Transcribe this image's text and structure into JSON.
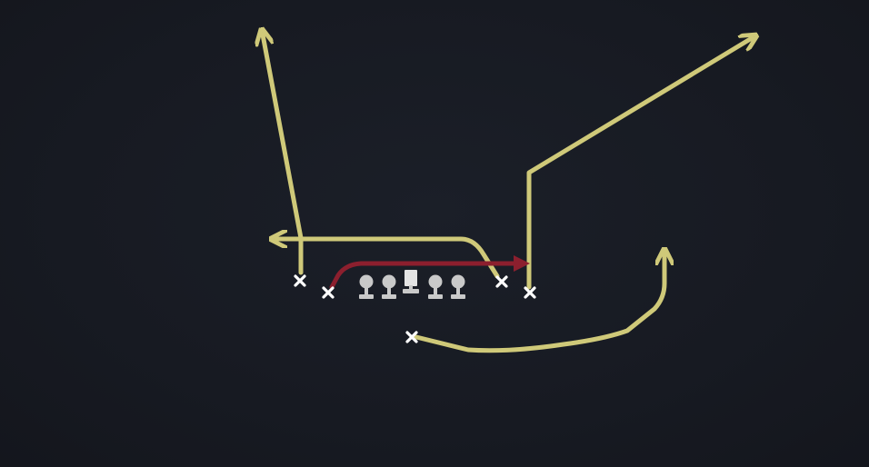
{
  "diagram": {
    "colors": {
      "background": "#171a22",
      "route": "#cfc979",
      "primary_route": "#8c1f2e",
      "player_marker": "#ffffff",
      "lineman": "#c9c9c9"
    },
    "players": [
      {
        "id": "receiver-left",
        "route": "post-corner-then-drag"
      },
      {
        "id": "slot-left",
        "route": "flat-across",
        "highlighted": true
      },
      {
        "id": "tight-end",
        "route": "corner-in"
      },
      {
        "id": "receiver-right",
        "route": "vertical-then-post"
      },
      {
        "id": "running-back",
        "route": "wheel"
      }
    ],
    "linemen": [
      {
        "id": "left-tackle",
        "icon": "lineman-icon"
      },
      {
        "id": "left-guard",
        "icon": "lineman-icon"
      },
      {
        "id": "center",
        "icon": "center-icon"
      },
      {
        "id": "right-guard",
        "icon": "lineman-icon"
      },
      {
        "id": "right-tackle",
        "icon": "lineman-icon"
      }
    ]
  }
}
